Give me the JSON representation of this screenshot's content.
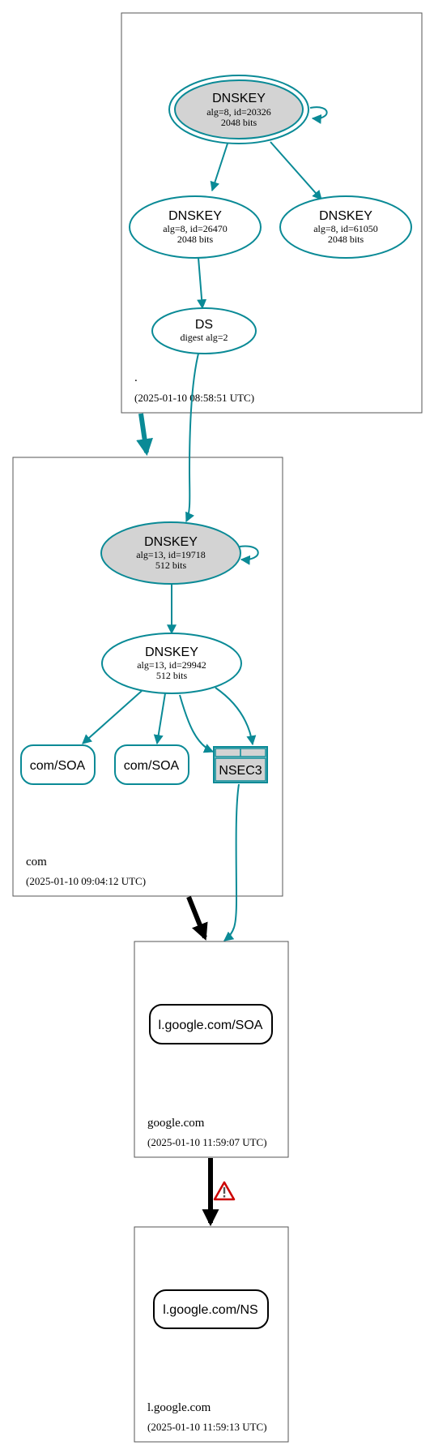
{
  "zones": {
    "root": {
      "name": ".",
      "timestamp": "(2025-01-10 08:58:51 UTC)"
    },
    "com": {
      "name": "com",
      "timestamp": "(2025-01-10 09:04:12 UTC)"
    },
    "google": {
      "name": "google.com",
      "timestamp": "(2025-01-10 11:59:07 UTC)"
    },
    "lgoogle": {
      "name": "l.google.com",
      "timestamp": "(2025-01-10 11:59:13 UTC)"
    }
  },
  "root_ksk": {
    "title": "DNSKEY",
    "line1": "alg=8, id=20326",
    "line2": "2048 bits"
  },
  "root_zsk1": {
    "title": "DNSKEY",
    "line1": "alg=8, id=26470",
    "line2": "2048 bits"
  },
  "root_zsk2": {
    "title": "DNSKEY",
    "line1": "alg=8, id=61050",
    "line2": "2048 bits"
  },
  "root_ds": {
    "title": "DS",
    "line1": "digest alg=2"
  },
  "com_ksk": {
    "title": "DNSKEY",
    "line1": "alg=13, id=19718",
    "line2": "512 bits"
  },
  "com_zsk": {
    "title": "DNSKEY",
    "line1": "alg=13, id=29942",
    "line2": "512 bits"
  },
  "com_soa_1": {
    "label": "com/SOA"
  },
  "com_soa_2": {
    "label": "com/SOA"
  },
  "com_nsec3": {
    "label": "NSEC3"
  },
  "google_soa": {
    "label": "l.google.com/SOA"
  },
  "lgoogle_ns": {
    "label": "l.google.com/NS"
  },
  "colors": {
    "teal": "#0a8a96",
    "ksk_fill": "#d3d3d3",
    "warning": "#cc0000"
  },
  "icons": {
    "warning": "warning-icon"
  }
}
